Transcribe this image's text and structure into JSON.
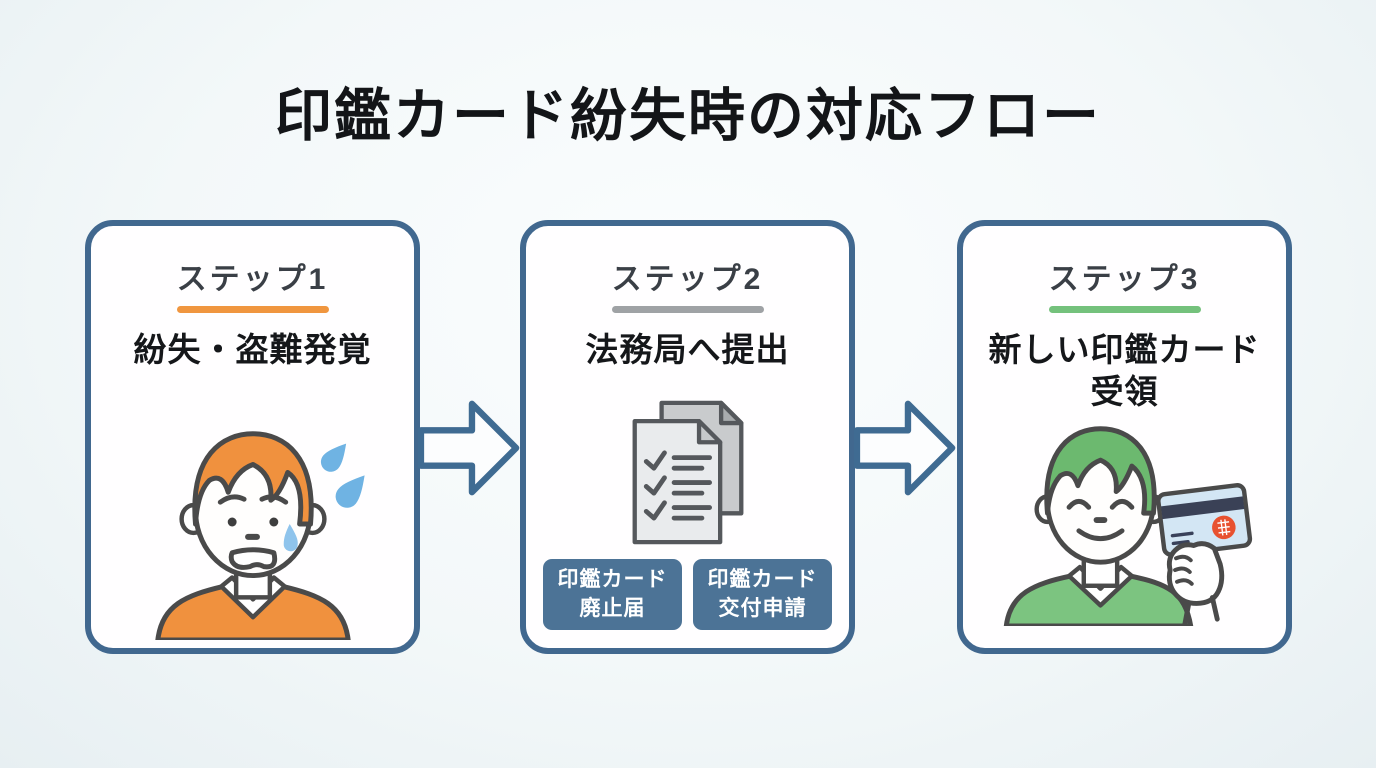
{
  "title": "印鑑カード紛失時の対応フロー",
  "steps": [
    {
      "label": "ステップ1",
      "title_lines": [
        "紛失・盗難発覚"
      ],
      "accent_color": "#f0963f",
      "icon": "worried-person-icon"
    },
    {
      "label": "ステップ2",
      "title_lines": [
        "法務局へ提出"
      ],
      "accent_color": "#9fa2a5",
      "icon": "documents-checklist-icon",
      "badges": [
        {
          "lines": [
            "印鑑カード",
            "廃止届"
          ]
        },
        {
          "lines": [
            "印鑑カード",
            "交付申請"
          ]
        }
      ]
    },
    {
      "label": "ステップ3",
      "title_lines": [
        "新しい印鑑カード",
        "受領"
      ],
      "accent_color": "#74c17c",
      "icon": "happy-person-with-card-icon"
    }
  ],
  "colors": {
    "background": "#f3f8f9",
    "box_border": "#41688f",
    "box_fill": "#ffffff",
    "badge_background": "#4c7396",
    "badge_text": "#ffffff",
    "arrow_outline": "#3f6b92",
    "title_text": "#131518",
    "person1_hair_shirt": "#f0913e",
    "person3_hair": "#6cb96f",
    "person3_shirt": "#7cc480",
    "sweat_drop": "#6fb3e3",
    "card_fill": "#d3e6f4",
    "card_stripe": "#3a4156",
    "seal_red": "#e8512f",
    "document_front": "#e9ebed",
    "document_back": "#c9cbcd"
  }
}
